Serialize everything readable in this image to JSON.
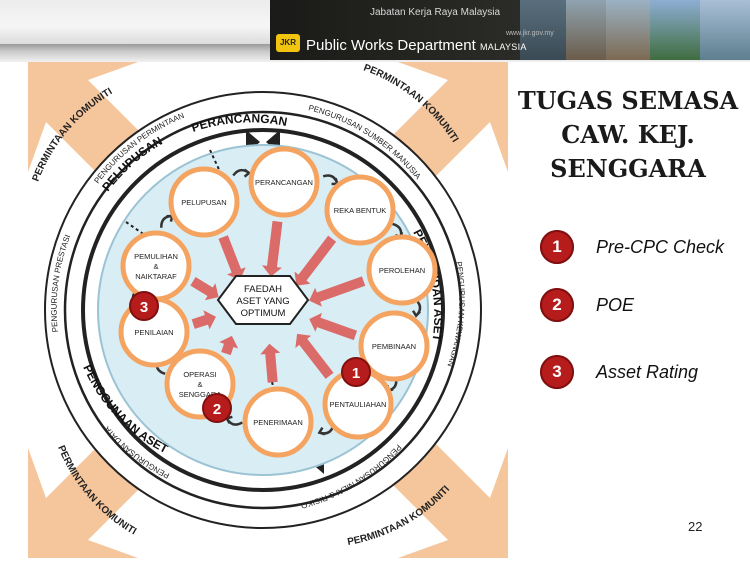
{
  "header": {
    "agency_sub": "Jabatan Kerja Raya Malaysia",
    "url": "www.jkr.gov.my",
    "title_main": "Public Works Department",
    "title_country": "MALAYSIA",
    "logo_text": "JKR"
  },
  "slide": {
    "title_lines": [
      "TUGAS SEMASA",
      "CAW. KEJ.",
      "SENGGARA"
    ],
    "legend": [
      {
        "number": "1",
        "text": "Pre-CPC Check"
      },
      {
        "number": "2",
        "text": "POE"
      },
      {
        "number": "3",
        "text": "Asset Rating"
      }
    ],
    "page_number": "22"
  },
  "diagram": {
    "center_lines": [
      "FAEDAH",
      "ASET YANG",
      "OPTIMUM"
    ],
    "stages": [
      {
        "lines": [
          "PERANCANGAN"
        ]
      },
      {
        "lines": [
          "REKA BENTUK"
        ]
      },
      {
        "lines": [
          "PEROLEHAN"
        ]
      },
      {
        "lines": [
          "PEMBINAAN"
        ]
      },
      {
        "lines": [
          "PENTAULIAHAN"
        ]
      },
      {
        "lines": [
          "PENERIMAAN"
        ]
      },
      {
        "lines": [
          "OPERASI",
          "&",
          "SENGGARA"
        ]
      },
      {
        "lines": [
          "PENILAIAN"
        ]
      },
      {
        "lines": [
          "PEMULIHAN",
          "&",
          "NAIKTARAF"
        ]
      },
      {
        "lines": [
          "PELUPUSAN"
        ]
      }
    ],
    "inner_ring_labels": {
      "perancangan": "PERANCANGAN",
      "pelupusan": "PELUPUSAN",
      "pewujudan": "PEWUJUDAN ASET",
      "penggunaan": "PENGGUNAAN ASET"
    },
    "outer_ring_labels": {
      "p_permintaan": "PENGURUSAN PERMINTAAN",
      "p_sumber": "PENGURUSAN SUMBER MANUSIA",
      "p_kewangan": "PENGURUSAN KEWANGAN",
      "p_nilai": "PENGURUSAN NILAI & RISIKO",
      "p_data": "PENGURUSAN DATA",
      "p_prestasi": "PENGURUSAN PRESTASI"
    },
    "corner_labels": {
      "top_left": "PERMINTAAN KOMUNITI",
      "top_right": "PERMINTAAN KOMUNITI",
      "bottom_left": "PERMINTAAN KOMUNITI",
      "bottom_right": "PERMINTAAN KOMUNITI"
    },
    "markers": [
      {
        "number": "3"
      },
      {
        "number": "2"
      },
      {
        "number": "1"
      }
    ],
    "colors": {
      "corner_arrow": "#f2b179",
      "stage_ring": "#f4a460",
      "center_arrow": "#d9534f",
      "marker": "#b71c1c",
      "disc": "#d9edf5"
    }
  }
}
